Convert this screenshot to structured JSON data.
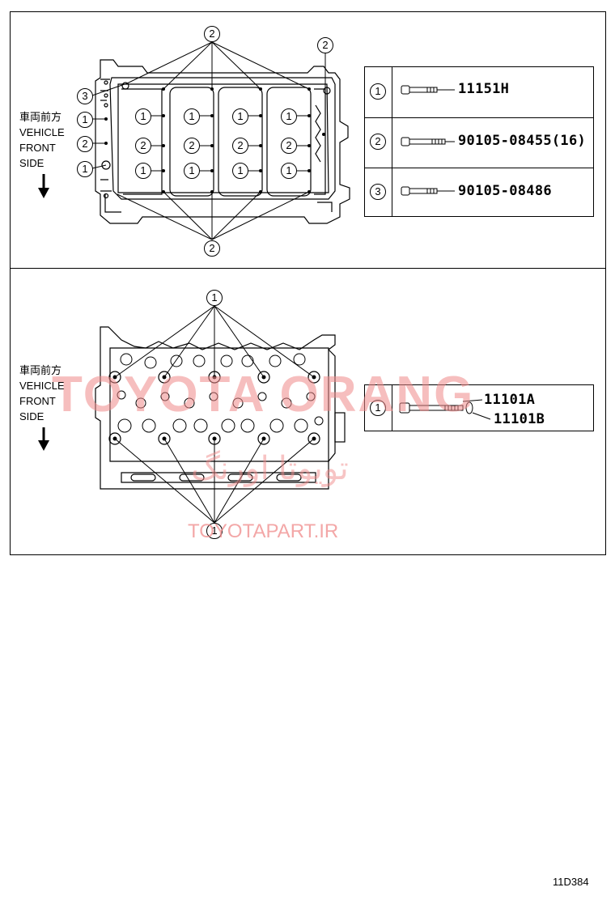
{
  "direction_label": {
    "jp": "車両前方",
    "l1": "VEHICLE",
    "l2": "FRONT",
    "l3": "SIDE"
  },
  "top_diagram": {
    "callouts": {
      "one": "1",
      "two": "2",
      "three": "3"
    },
    "parts": [
      {
        "key": "1",
        "number": "11151H"
      },
      {
        "key": "2",
        "number": "90105-08455(16)"
      },
      {
        "key": "3",
        "number": "90105-08486"
      }
    ]
  },
  "bottom_diagram": {
    "callouts": {
      "one": "1"
    },
    "parts": [
      {
        "key": "1",
        "number_a": "11101A",
        "number_b": "11101B"
      }
    ]
  },
  "watermark": {
    "latin": "TOYOTA ORANG",
    "farsi": "تویوتا اورنگ",
    "url": "TOYOTAPART.IR"
  },
  "footer": {
    "code": "11D384"
  },
  "colors": {
    "watermark": "#f08a8a",
    "line": "#000000"
  }
}
